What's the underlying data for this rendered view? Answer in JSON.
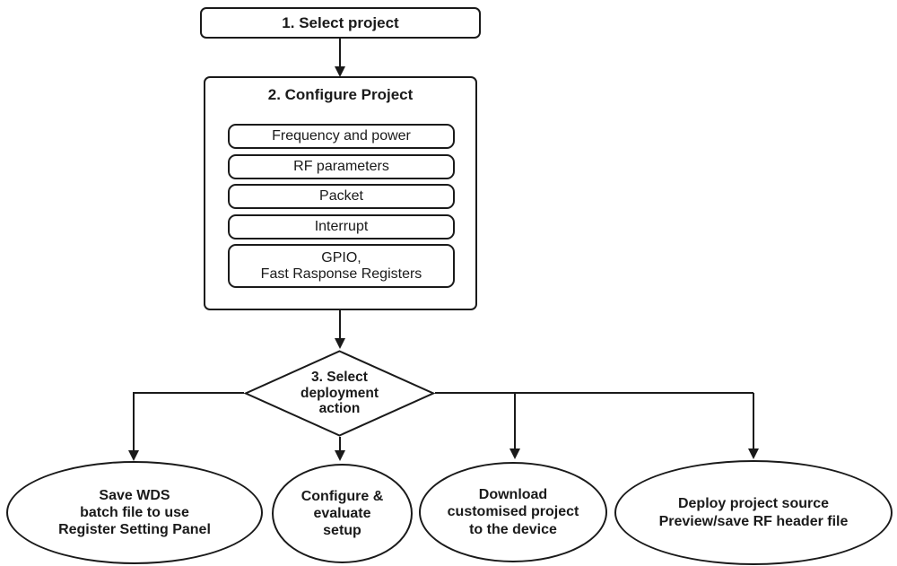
{
  "flowchart": {
    "step1_label": "1. Select project",
    "step2": {
      "title": "2. Configure Project",
      "items": [
        "Frequency and power",
        "RF parameters",
        "Packet",
        "Interrupt",
        "GPIO,\nFast Rasponse Registers"
      ]
    },
    "step3_label": "3. Select\ndeployment\naction",
    "outcomes": [
      "Save WDS\nbatch file to use\nRegister Setting Panel",
      "Configure &\nevaluate\nsetup",
      "Download\ncustomised project\nto the device",
      "Deploy project source\nPreview/save RF header file"
    ],
    "colors": {
      "line": "#1a1a1a",
      "node_fill": "#ffffff",
      "background": "#ffffff"
    }
  }
}
